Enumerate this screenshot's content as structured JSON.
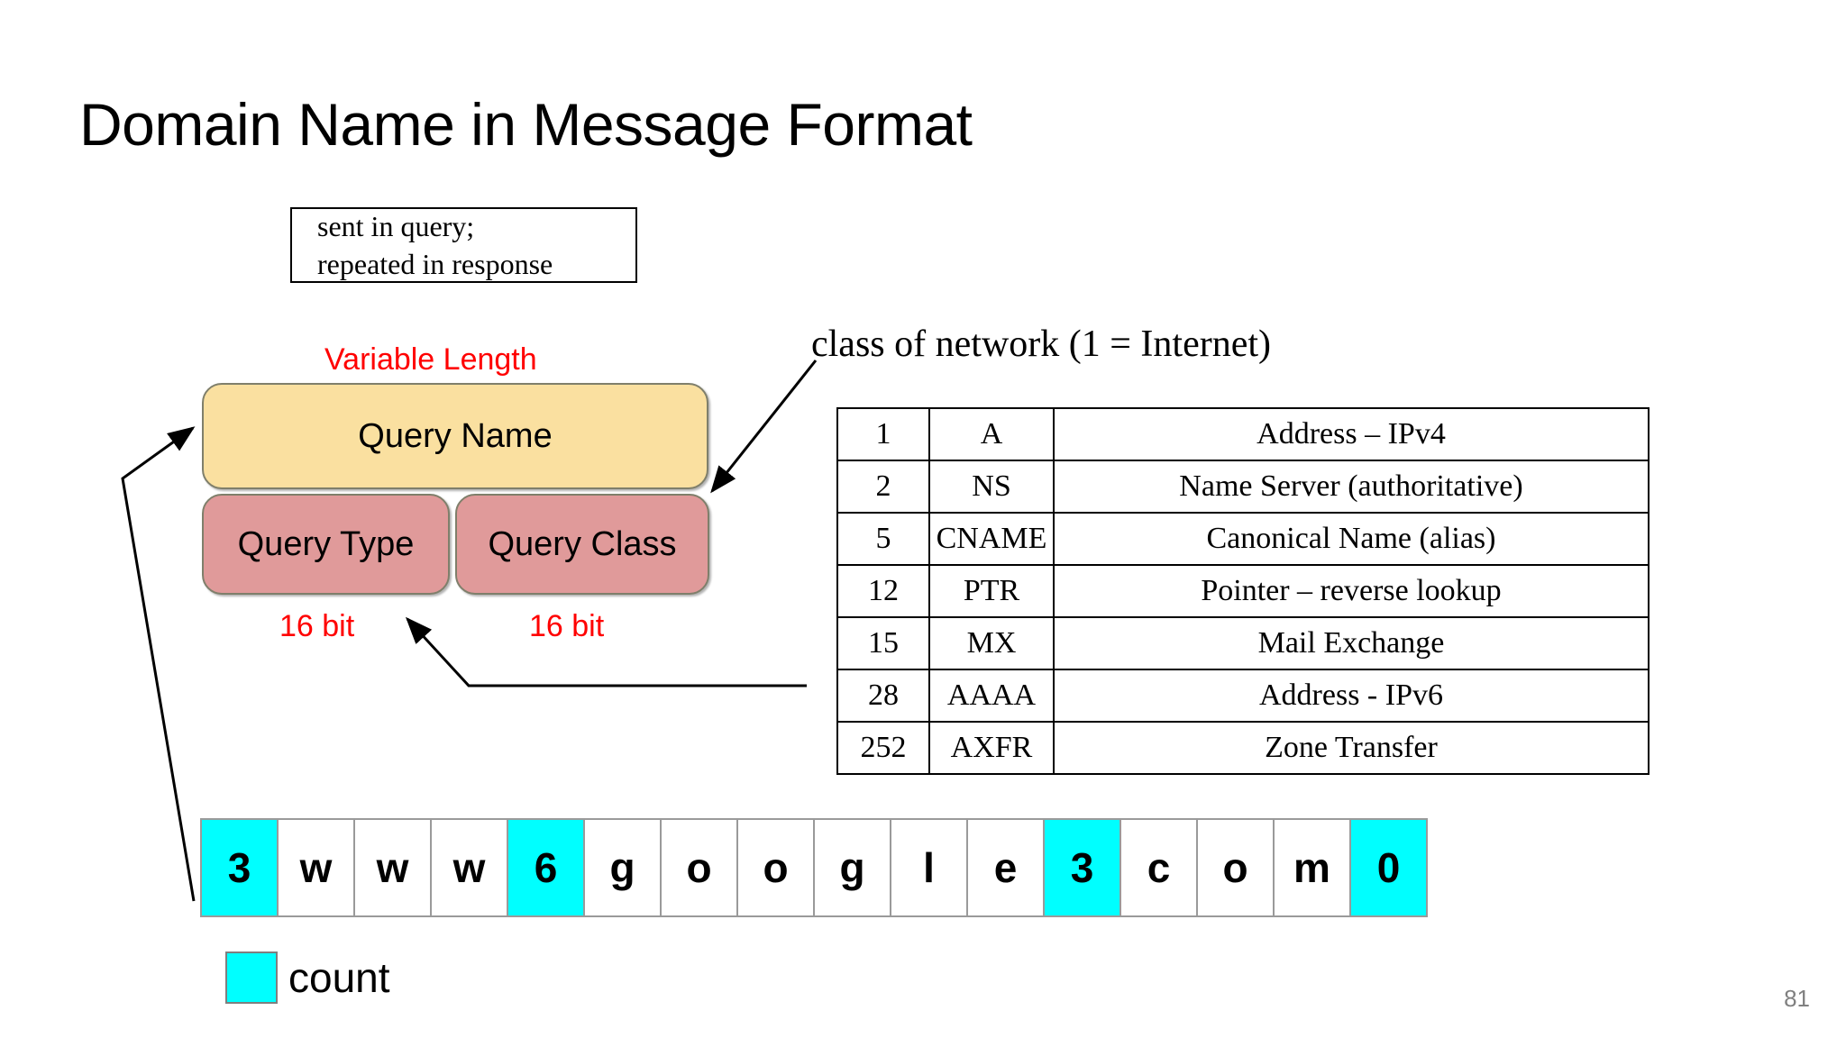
{
  "slide": {
    "title": "Domain Name in Message Format",
    "page_number": "81"
  },
  "callout": {
    "line1": "sent in query;",
    "line2": "repeated in response"
  },
  "annotations": {
    "variable_length": "Variable Length",
    "bit_type": "16 bit",
    "bit_class": "16 bit",
    "class_of_network": "class of network (1 = Internet)"
  },
  "fields": {
    "query_name": "Query Name",
    "query_type": "Query Type",
    "query_class": "Query Class"
  },
  "record_table": {
    "rows": [
      {
        "num": "1",
        "type": "A",
        "desc": "Address – IPv4"
      },
      {
        "num": "2",
        "type": "NS",
        "desc": "Name Server (authoritative)"
      },
      {
        "num": "5",
        "type": "CNAME",
        "desc": "Canonical Name (alias)"
      },
      {
        "num": "12",
        "type": "PTR",
        "desc": "Pointer – reverse lookup"
      },
      {
        "num": "15",
        "type": "MX",
        "desc": "Mail Exchange"
      },
      {
        "num": "28",
        "type": "AAAA",
        "desc": "Address - IPv6"
      },
      {
        "num": "252",
        "type": "AXFR",
        "desc": "Zone Transfer"
      }
    ]
  },
  "byte_strip": {
    "cells": [
      {
        "value": "3",
        "is_count": true
      },
      {
        "value": "w",
        "is_count": false
      },
      {
        "value": "w",
        "is_count": false
      },
      {
        "value": "w",
        "is_count": false
      },
      {
        "value": "6",
        "is_count": true
      },
      {
        "value": "g",
        "is_count": false
      },
      {
        "value": "o",
        "is_count": false
      },
      {
        "value": "o",
        "is_count": false
      },
      {
        "value": "g",
        "is_count": false
      },
      {
        "value": "l",
        "is_count": false
      },
      {
        "value": "e",
        "is_count": false
      },
      {
        "value": "3",
        "is_count": true
      },
      {
        "value": "c",
        "is_count": false
      },
      {
        "value": "o",
        "is_count": false
      },
      {
        "value": "m",
        "is_count": false
      },
      {
        "value": "0",
        "is_count": true
      }
    ]
  },
  "legend": {
    "label": "count"
  },
  "colors": {
    "accent_red": "#ff0000",
    "query_name_fill": "#fae0a0",
    "query_typeclass_fill": "#e09a9a",
    "count_fill": "#00ffff",
    "page_number": "#808080"
  }
}
